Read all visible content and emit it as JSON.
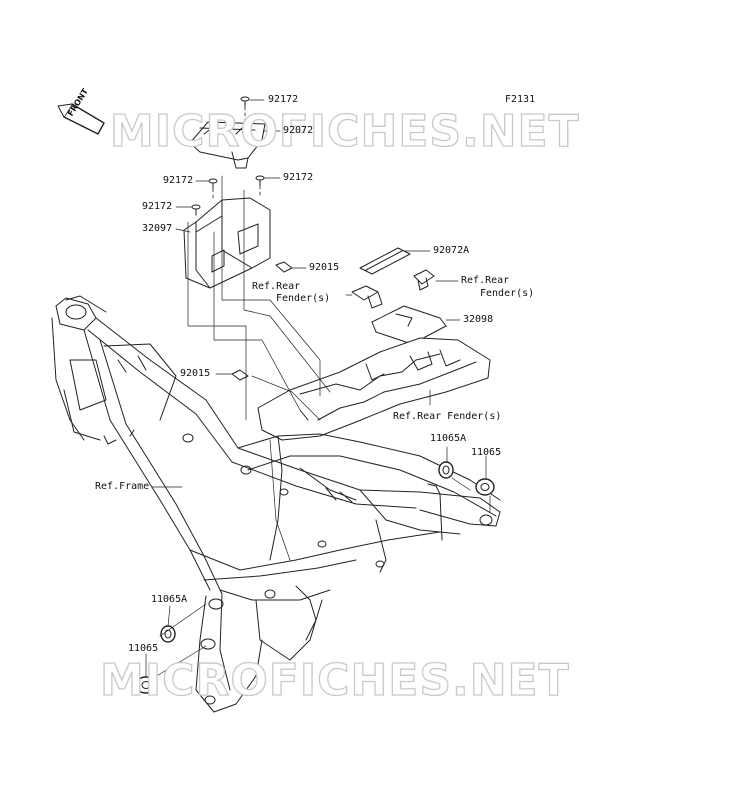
{
  "figure_code": "F2131",
  "direction_badge": "FRONT",
  "watermark": "MICROFICHES.NET",
  "colors": {
    "ink": "#222222",
    "watermark_outline": "#c9c9c9",
    "background": "#ffffff"
  },
  "labels": {
    "p92172_top": "92172",
    "p92072": "92072",
    "p92172_left": "92172",
    "p92172_right": "92172",
    "p92172_mid": "92172",
    "p32097": "32097",
    "p92015_a": "92015",
    "p92072A": "92072A",
    "ref_rear_fender_left_1": "Ref.Rear",
    "ref_rear_fender_left_2": "Fender(s)",
    "ref_rear_fender_right_1": "Ref.Rear",
    "ref_rear_fender_right_2": "Fender(s)",
    "p32098": "32098",
    "p92015_b": "92015",
    "ref_rear_fender_bottom": "Ref.Rear Fender(s)",
    "p11065A_top": "11065A",
    "p11065_top": "11065",
    "ref_frame": "Ref.Frame",
    "p11065A_bottom": "11065A",
    "p11065_bottom": "11065"
  }
}
